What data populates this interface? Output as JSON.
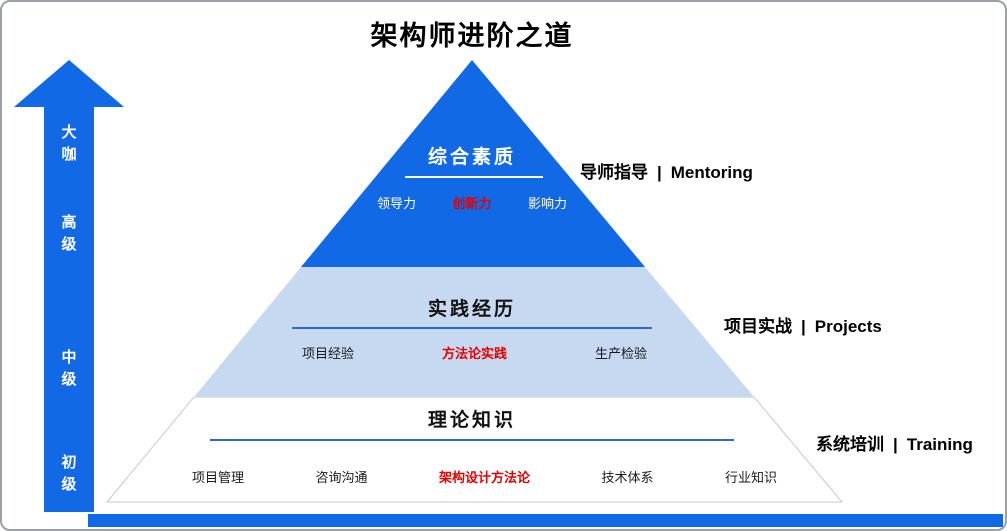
{
  "title": "架构师进阶之道",
  "ladder": {
    "levels": [
      {
        "label": "大咖"
      },
      {
        "label": "高级"
      },
      {
        "label": "中级"
      },
      {
        "label": "初级"
      }
    ]
  },
  "pyramid": {
    "sections": [
      {
        "title": "综合素质",
        "items": [
          {
            "label": "领导力",
            "highlight": false
          },
          {
            "label": "创新力",
            "highlight": true
          },
          {
            "label": "影响力",
            "highlight": false
          }
        ]
      },
      {
        "title": "实践经历",
        "items": [
          {
            "label": "项目经验",
            "highlight": false
          },
          {
            "label": "方法论实践",
            "highlight": true
          },
          {
            "label": "生产检验",
            "highlight": false
          }
        ]
      },
      {
        "title": "理论知识",
        "items": [
          {
            "label": "项目管理",
            "highlight": false
          },
          {
            "label": "咨询沟通",
            "highlight": false
          },
          {
            "label": "架构设计方法论",
            "highlight": true
          },
          {
            "label": "技术体系",
            "highlight": false
          },
          {
            "label": "行业知识",
            "highlight": false
          }
        ]
      }
    ]
  },
  "side_labels": [
    {
      "zh": "导师指导",
      "sep": "|",
      "en": "Mentoring"
    },
    {
      "zh": "项目实战",
      "sep": "|",
      "en": "Projects"
    },
    {
      "zh": "系统培训",
      "sep": "|",
      "en": "Training"
    }
  ],
  "colors": {
    "primary_blue": "#1169e6",
    "light_blue": "#c6d9f1",
    "accent_red": "#e60000",
    "underline_blue": "#2b6bd0"
  }
}
